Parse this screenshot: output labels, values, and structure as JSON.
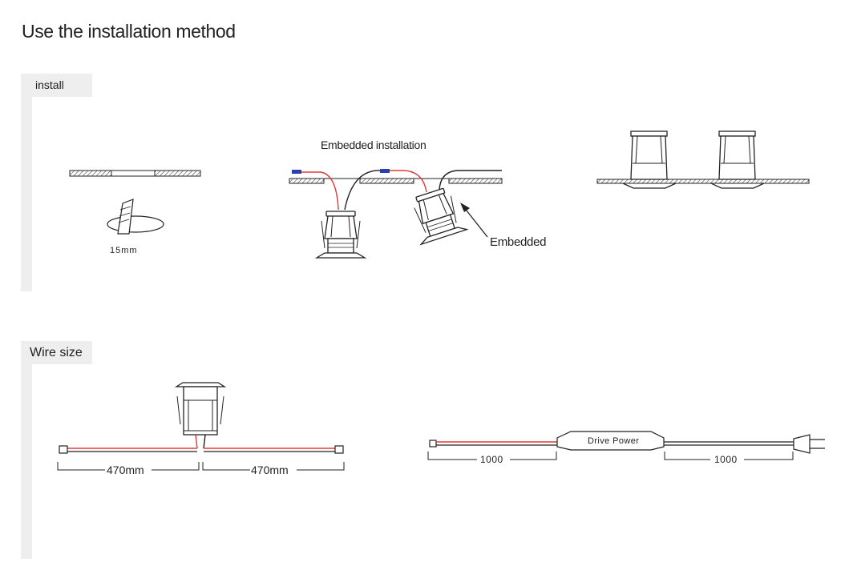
{
  "page": {
    "title": "Use the installation method"
  },
  "sections": {
    "install": {
      "tab_label": "install",
      "hole_size_label": "15mm",
      "embedded_installation_label": "Embedded installation",
      "embedded_arrow_label": "Embedded"
    },
    "wire_size": {
      "tab_label": "Wire size",
      "left_length_label": "470mm",
      "right_length_label": "470mm",
      "driver_label": "Drive Power",
      "input_length_label": "1000",
      "output_length_label": "1000"
    }
  },
  "colors": {
    "wire_red": "#e23a3a",
    "wire_black": "#222222",
    "connector_blue": "#2a3fb0",
    "panel_gray": "#eeeeee"
  }
}
